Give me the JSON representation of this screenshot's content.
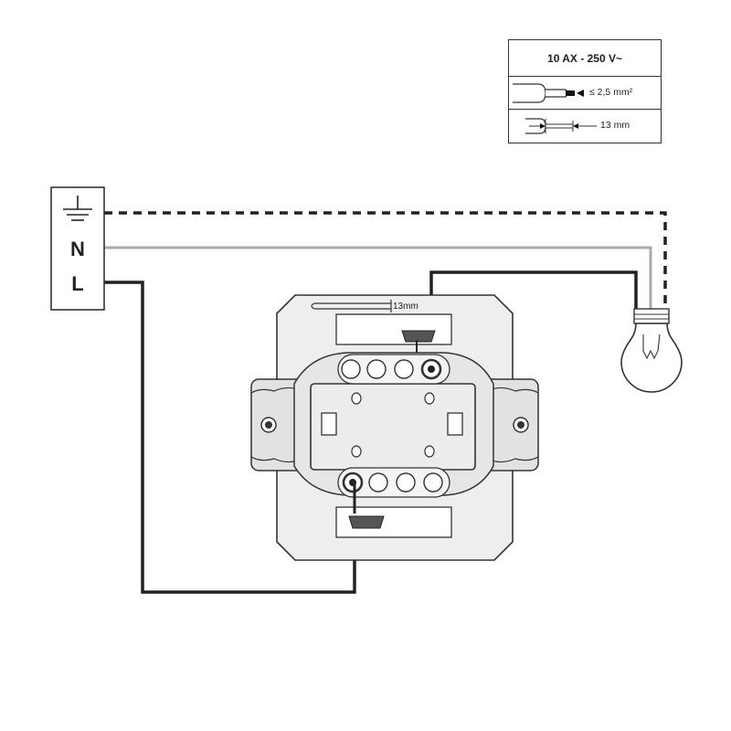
{
  "spec_table": {
    "rating": "10 AX - 250 V~",
    "wire_section": "≤ 2,5 mm²",
    "strip_length": "13 mm"
  },
  "supply_terminal": {
    "earth_symbol": "earth-ground-icon",
    "neutral_label": "N",
    "line_label": "L"
  },
  "mechanism": {
    "strip_gauge_label": "13mm"
  },
  "load": {
    "icon": "light-bulb-icon"
  },
  "colors": {
    "wire_line": "#222222",
    "wire_neutral": "#aaaaaa",
    "wire_earth": "#222222",
    "mechanism_fill": "#eeeeee",
    "outline": "#333333"
  }
}
